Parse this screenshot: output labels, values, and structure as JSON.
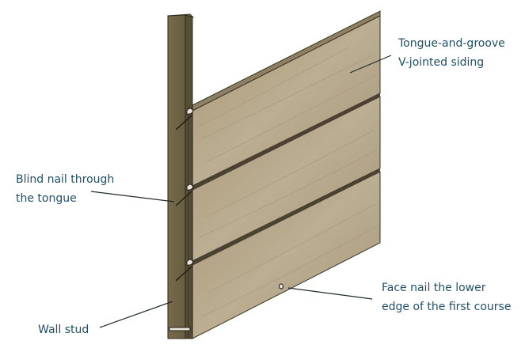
{
  "labels": {
    "siding_line1": "Tongue-and-groove",
    "siding_line2": "V-jointed siding",
    "blind_nail_line1": "Blind nail through",
    "blind_nail_line2": "the tongue",
    "face_nail_line1": "Face nail the lower",
    "face_nail_line2": "edge of the first course",
    "wall_stud": "Wall stud"
  },
  "colors": {
    "label_text": "#1f5068",
    "leader_line": "#1f2a30",
    "stud_face": "#6f6446",
    "stud_side": "#5d543a",
    "siding_face": "#b3a386",
    "siding_edge": "#7a6c50",
    "groove": "#4b4232"
  }
}
